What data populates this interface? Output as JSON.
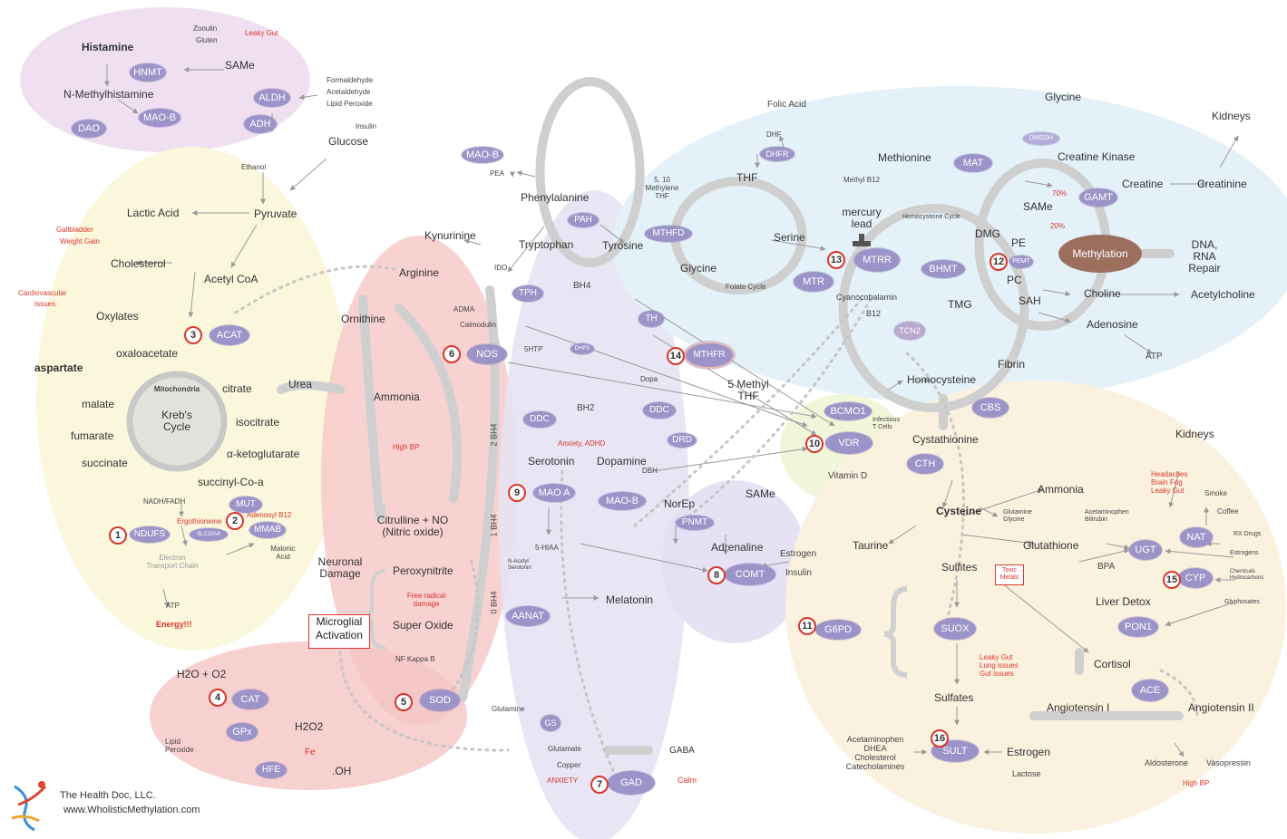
{
  "labels": {
    "histamine": "Histamine",
    "n_methylhistamine": "N-Methylhistamine",
    "zonulin": "Zonulin",
    "gluten": "Gluten",
    "leaky_gut": "Leaky Gut",
    "same_top": "SAMe",
    "formaldehyde": "Formaldehyde",
    "acetaldehyde": "Acetaldehyde",
    "lipid_peroxide": "Lipid Peroxide",
    "insulin": "Insulin",
    "glucose": "Glucose",
    "ethanol": "Ethanol",
    "lactic_acid": "Lactic Acid",
    "pyruvate": "Pyruvate",
    "gallbladder": "Gallbladder",
    "weight_gain": "Weight Gain",
    "cholesterol": "Cholesterol",
    "acetyl_coa": "Acetyl CoA",
    "cardiovascular": "Cardiovascular",
    "issues": "Issues",
    "oxylates": "Oxylates",
    "oxaloacetate": "oxaloacetate",
    "aspartate": "aspartate",
    "malate": "malate",
    "citrate": "citrate",
    "mitochondria": "Mitochondria",
    "krebs": "Kreb's\nCycle",
    "isocitrate": "isocitrate",
    "fumarate": "fumarate",
    "ketoglutarate": "α-ketoglutarate",
    "succinate": "succinate",
    "succinyl": "succinyl-Co-a",
    "nadh": "NADH/FADH",
    "ergothioneine": "Ergothioneine",
    "adenosyl_b12": "Adenosyl B12",
    "malonic": "Malonic\nAcid",
    "electron": "Electron\nTransport Chain",
    "atp_left": "ATP",
    "energy": "Energy!!!",
    "ornithine": "Ornithine",
    "urea": "Urea",
    "ammonia_left": "Ammonia",
    "arginine": "Arginine",
    "adma": "ADMA",
    "calmodulin": "Calmodulin",
    "high_bp_left": "High BP",
    "citrulline": "Citrulline + NO\n(Nitric oxide)",
    "neuronal": "Neuronal\nDamage",
    "peroxynitrite": "Peroxynitrite",
    "free_radical": "Free radical\ndamage",
    "super_oxide": "Super Oxide",
    "nf_kappa": "NF Kappa B",
    "h2o_o2": "H2O + O2",
    "h2o2": "H2O2",
    "lipid_peroxide2": "Lipid\nPeroxide",
    "fe": "Fe",
    "oh": ".OH",
    "kynurinine": "Kynurinine",
    "ido": "IDO",
    "pea": "PEA",
    "phenylalanine": "Phenylalanine",
    "tryptophan": "Tryptophan",
    "tyrosine": "Tyrosine",
    "bh4_mid": "BH4",
    "five_htp": "5HTP",
    "bh2": "BH2",
    "dopa": "Dopa",
    "two_bh4": "2 BH4",
    "one_bh4": "1 BH4",
    "zero_bh4": "0 BH4",
    "anxiety_adhd": "Anxiety, ADHD",
    "serotonin": "Serotonin",
    "dopamine": "Dopamine",
    "dbh": "DBH",
    "five_hiaa": "5-HIAA",
    "n_acetyl": "N-Acetyl\nSerotonin",
    "melatonin": "Melatonin",
    "glutamine": "Glutamine",
    "glutamate": "Glutamate",
    "copper": "Copper",
    "gaba": "GABA",
    "anxiety": "ANXIETY",
    "calm": "Calm",
    "norep": "NorEp",
    "adrenaline": "Adrenaline",
    "same_mid": "SAMe",
    "estrogen_mid": "Estrogen",
    "insulin_mid": "Insulin",
    "folic_acid": "Folic Acid",
    "dhf": "DHF",
    "thf": "THF",
    "methylene_thf": "5, 10\nMethylene\nTHF",
    "serine": "Serine",
    "glycine_mid": "Glycine",
    "folate_cycle": "Folate Cycle",
    "five_methyl_thf": "5 Methyl\nTHF",
    "mercury": "mercury\nlead",
    "methyl_b12": "Methyl B12",
    "cyanocobalamin": "Cyanocobalamin",
    "b12": "B12",
    "methionine": "Methionine",
    "homocysteine_cycle": "Homocysteine Cycle",
    "dmg": "DMG",
    "tmg": "TMG",
    "pe": "PE",
    "pc": "PC",
    "sah": "SAH",
    "same_right": "SAMe",
    "homocysteine": "Homocysteine",
    "fibrin": "Fibrin",
    "glycine_top": "Glycine",
    "creatine_kinase": "Creatine Kinase",
    "creatine": "Creatine",
    "creatinine": "Creatinine",
    "kidneys_top": "Kidneys",
    "pct70": "70%",
    "pct20": "20%",
    "dna": "DNA,\nRNA\nRepair",
    "choline": "Choline",
    "acetylcholine": "Acetylcholine",
    "adenosine": "Adenosine",
    "atp_right": "ATP",
    "infectious": "Infectious\nT Cells",
    "vitamin_d": "Vitamin D",
    "cystathionine": "Cystathionine",
    "kidneys_mid": "Kidneys",
    "ammonia_right": "Ammonia",
    "headaches": "Headaches\nBrain Fog\nLeaky Gut",
    "smoke": "Smoke",
    "coffee": "Coffee",
    "rx_drugs": "RX Drugs",
    "estrogens": "Estrogens",
    "chemicals": "Chemicals\nHydrocarbons",
    "glyphosates": "Glyphosates",
    "cysteine": "Cysteine",
    "glutamine_glycine": "Glutamine\nGlycine",
    "acetaminophen_bilirubin": "Acetaminophen\nBilirubin",
    "taurine": "Taurine",
    "sulfites": "Sulfites",
    "toxic_metals": "Toxic\nMetals",
    "glutathione": "Glutathione",
    "bpa": "BPA",
    "liver_detox": "Liver Detox",
    "leaky_lung_gut": "Leaky Gut\nLung issues\nGut issues",
    "cortisol": "Cortisol",
    "sulfates": "Sulfates",
    "angiotensin1": "Angiotensin I",
    "angiotensin2": "Angiotensin II",
    "acetaminophen_list": "Acetaminophen\nDHEA\nCholesterol\nCatecholamines",
    "estrogen_right": "Estrogen",
    "lactose": "Lactose",
    "aldosterone": "Aldosterone",
    "vasopressin": "Vasopressin",
    "high_bp_right": "High BP",
    "microglial": "Microglial\nActivation"
  },
  "enzymes": {
    "hnmt": "HNMT",
    "dao": "DAO",
    "maob_top": "MAO-B",
    "aldh": "ALDH",
    "adh": "ADH",
    "acat": "ACAT",
    "ndufs": "NDUFS",
    "slc22a4": "SLC22A4",
    "mut": "MUT",
    "mmab": "MMAB",
    "cat": "CAT",
    "gpx": "GPx",
    "hfe": "HFE",
    "sod": "SOD",
    "nos": "NOS",
    "maob_mid": "MAO-B",
    "pah": "PAH",
    "tph": "TPH",
    "mthfd": "MTHFD",
    "th": "TH",
    "dhps": "DHPS",
    "ddc_left": "DDC",
    "ddc_right": "DDC",
    "drd": "DRD",
    "maoa": "MAO A",
    "maob_low": "MAO-B",
    "pnmt": "PNMT",
    "comt": "COMT",
    "aanat": "AANAT",
    "gs": "GS",
    "gad": "GAD",
    "dhfr": "DHFR",
    "mthfr": "MTHFR",
    "mtr": "MTR",
    "mtrr": "MTRR",
    "mat": "MAT",
    "bhmt": "BHMT",
    "tcn2": "TCN2",
    "pemt": "PEMT",
    "dmgdh": "DMGDH",
    "gamt": "GAMT",
    "bcmo1": "BCMO1",
    "vdr": "VDR",
    "cth": "CTH",
    "cbs": "CBS",
    "g6pd": "G6PD",
    "suox": "SUOX",
    "sult": "SULT",
    "ugt": "UGT",
    "nat": "NAT",
    "cyp": "CYP",
    "pon1": "PON1",
    "ace": "ACE",
    "methylation": "Methylation"
  },
  "markers": {
    "n1": "1",
    "n2": "2",
    "n3": "3",
    "n4": "4",
    "n5": "5",
    "n6": "6",
    "n7": "7",
    "n8": "8",
    "n9": "9",
    "n10": "10",
    "n11": "11",
    "n12": "12",
    "n13": "13",
    "n14": "14",
    "n15": "15",
    "n16": "16"
  },
  "footer": {
    "company": "The Health Doc, LLC.",
    "website": "www.WholisticMethylation.com"
  },
  "colors": {
    "enzyme": "#9c94c8",
    "marker": "#d9362b",
    "pink_region": "#efdff0",
    "yellow_region": "#fbf7dc",
    "red_region": "#f7c9c9",
    "purple_region": "#e6e2f3",
    "blue_region": "#e4f1f8",
    "peach_region": "#fbf1df",
    "green_region": "#eef5d6",
    "methylation": "#9b6e5e"
  }
}
